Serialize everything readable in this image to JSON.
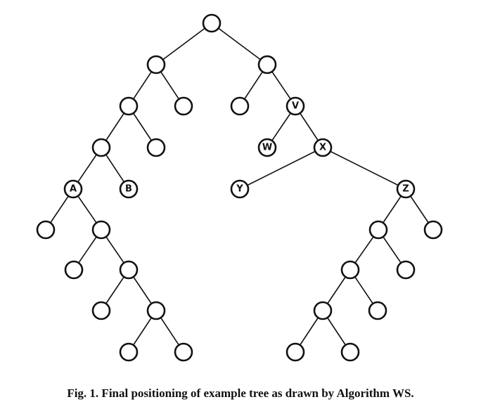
{
  "figure": {
    "caption": "Fig. 1.  Final positioning of example tree as drawn by Algorithm WS.",
    "node_labels": {
      "a": "A",
      "b": "B",
      "v": "V",
      "w": "W",
      "x": "X",
      "y": "Y",
      "z": "Z"
    },
    "colors": {
      "ink": "#111111",
      "background": "#ffffff"
    }
  }
}
